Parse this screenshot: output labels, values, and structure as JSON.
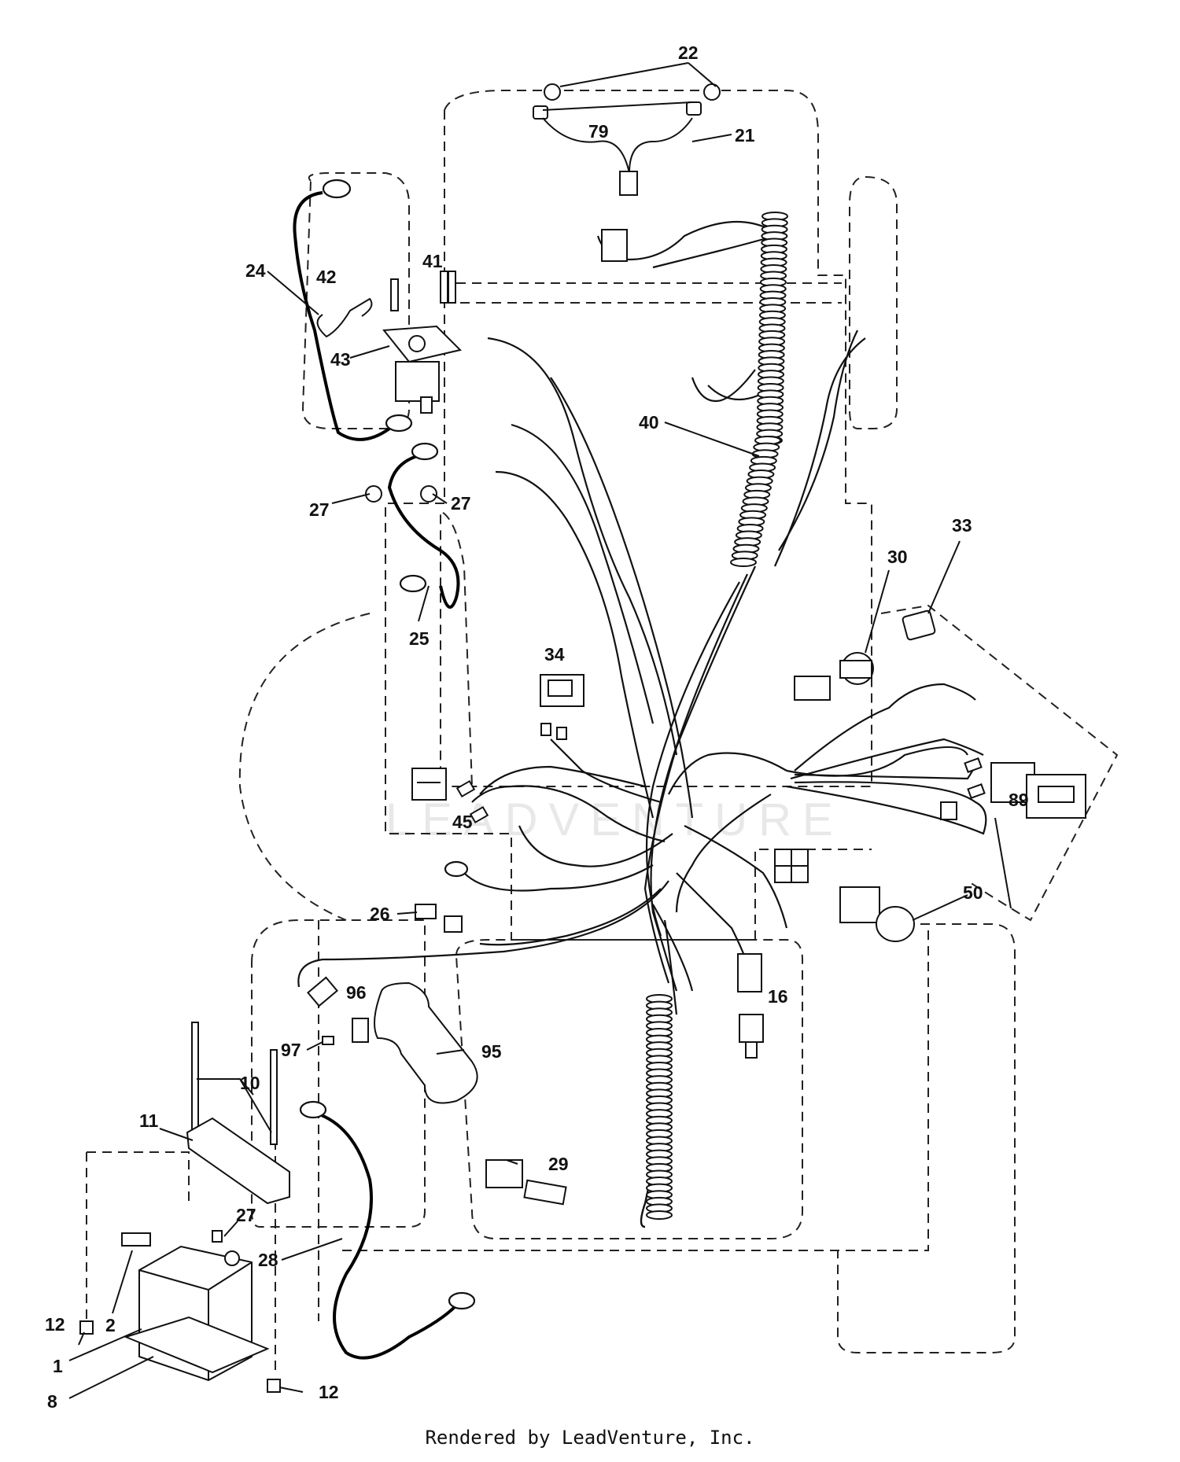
{
  "diagram": {
    "watermark": "LEADVENTURE",
    "callouts": [
      {
        "id": "c22",
        "label": "22"
      },
      {
        "id": "c79",
        "label": "79"
      },
      {
        "id": "c21",
        "label": "21"
      },
      {
        "id": "c24",
        "label": "24"
      },
      {
        "id": "c42",
        "label": "42"
      },
      {
        "id": "c41",
        "label": "41"
      },
      {
        "id": "c43",
        "label": "43"
      },
      {
        "id": "c40",
        "label": "40"
      },
      {
        "id": "c27a",
        "label": "27"
      },
      {
        "id": "c27b",
        "label": "27"
      },
      {
        "id": "c25",
        "label": "25"
      },
      {
        "id": "c33",
        "label": "33"
      },
      {
        "id": "c30",
        "label": "30"
      },
      {
        "id": "c34",
        "label": "34"
      },
      {
        "id": "c45",
        "label": "45"
      },
      {
        "id": "c89",
        "label": "89"
      },
      {
        "id": "c50",
        "label": "50"
      },
      {
        "id": "c26",
        "label": "26"
      },
      {
        "id": "c96",
        "label": "96"
      },
      {
        "id": "c16",
        "label": "16"
      },
      {
        "id": "c97",
        "label": "97"
      },
      {
        "id": "c95",
        "label": "95"
      },
      {
        "id": "c10",
        "label": "10"
      },
      {
        "id": "c11",
        "label": "11"
      },
      {
        "id": "c29",
        "label": "29"
      },
      {
        "id": "c27c",
        "label": "27"
      },
      {
        "id": "c28",
        "label": "28"
      },
      {
        "id": "c12a",
        "label": "12"
      },
      {
        "id": "c2",
        "label": "2"
      },
      {
        "id": "c1",
        "label": "1"
      },
      {
        "id": "c8",
        "label": "8"
      },
      {
        "id": "c12b",
        "label": "12"
      }
    ]
  },
  "footer": {
    "text": "Rendered by LeadVenture, Inc."
  }
}
